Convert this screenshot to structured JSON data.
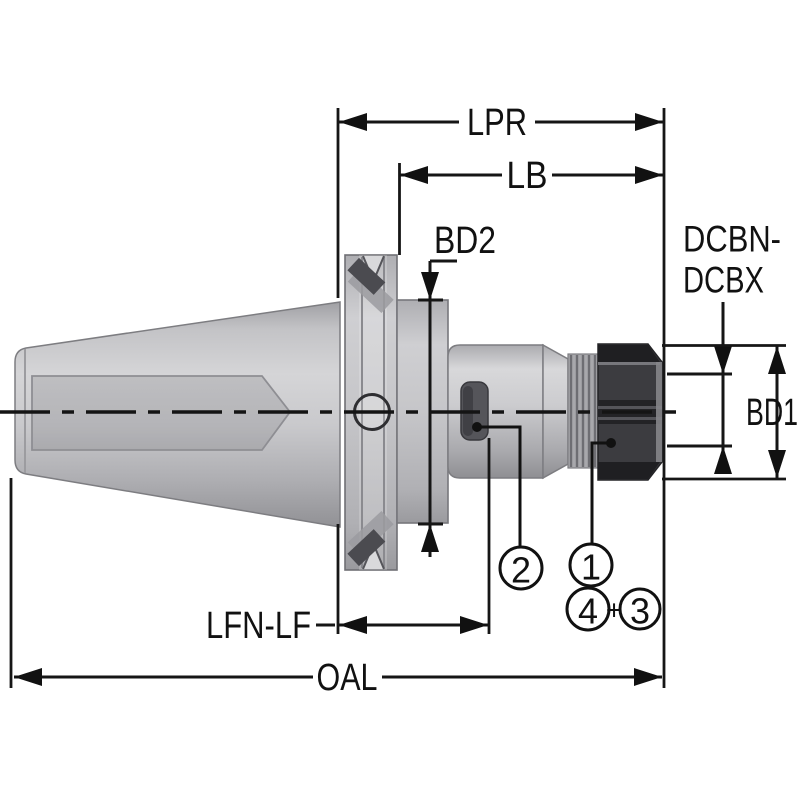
{
  "drawing": {
    "title": "Collet chuck tool holder — dimensional drawing",
    "colors": {
      "line": "#161616",
      "body_light": "#d5d5d7",
      "body_mid": "#b9b9bd",
      "body_dark": "#97979b",
      "nut_body": "#3c3c40",
      "nut_band": "#1f1f22",
      "slot_dark": "#4b4b50",
      "ring_dark": "#55555a"
    },
    "dimensions": {
      "lpr": {
        "label": "LPR"
      },
      "lb": {
        "label": "LB"
      },
      "bd2": {
        "label": "BD2"
      },
      "dcbn_dcbx": {
        "line1": "DCBN-",
        "line2": "DCBX"
      },
      "bd1": {
        "label": "BD1"
      },
      "lfn_lf": {
        "label": "LFN-LF"
      },
      "oal": {
        "label": "OAL"
      }
    },
    "callouts": {
      "c1": "1",
      "c2": "2",
      "c3": "3",
      "c4": "4",
      "plus": "+"
    }
  }
}
